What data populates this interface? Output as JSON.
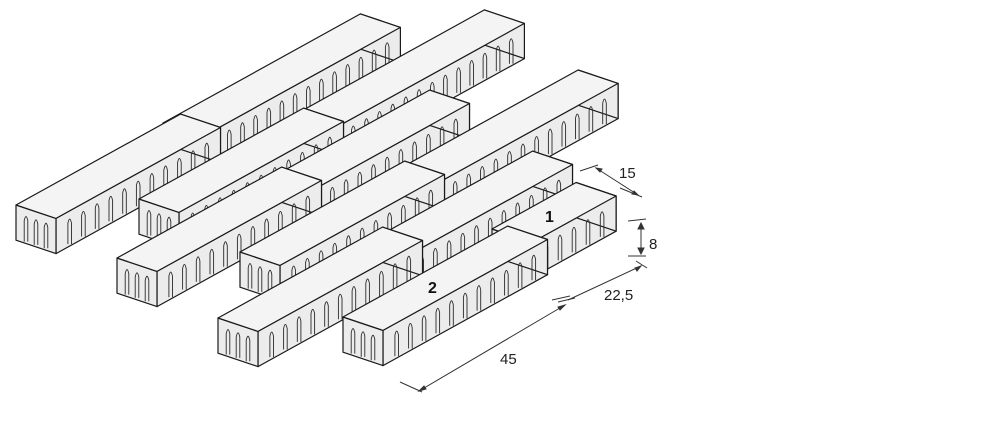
{
  "diagram": {
    "labels": {
      "stone_1": "1",
      "stone_2": "2"
    },
    "dimensions": {
      "width_15": "15",
      "height_8": "8",
      "length_22_5": "22,5",
      "length_45": "45"
    },
    "colors": {
      "top_face": "#f4f4f4",
      "side_face": "#ececec",
      "outline": "#1a1a1a",
      "groove": "#2a2a2a",
      "dim_line": "#333333"
    }
  }
}
